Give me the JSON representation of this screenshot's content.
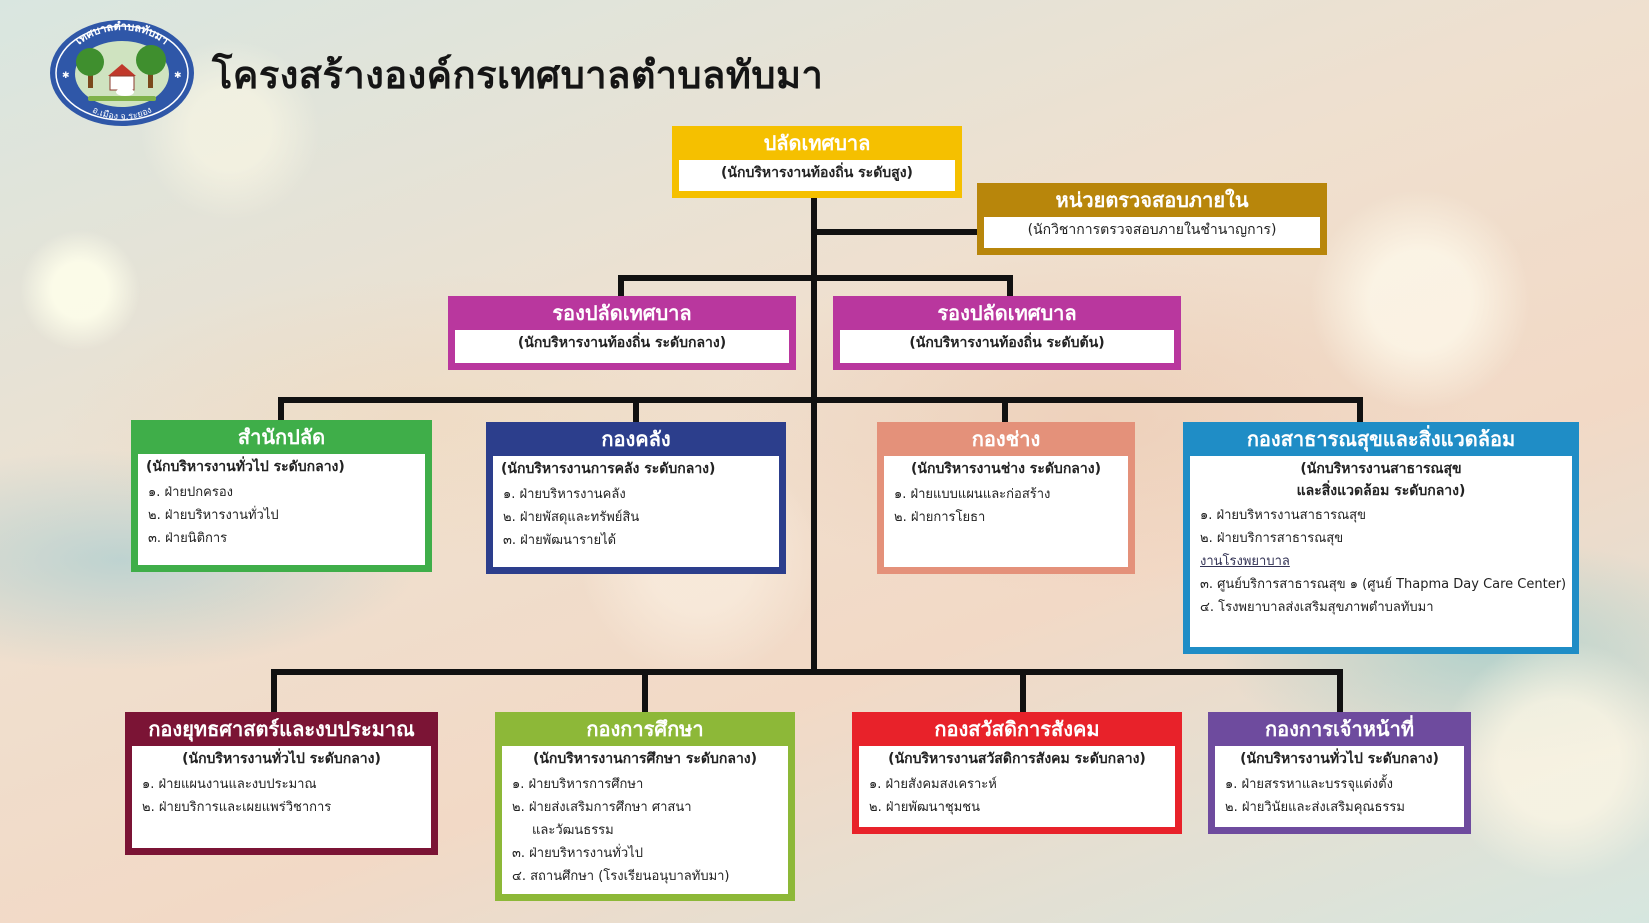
{
  "page": {
    "title": "โครงสร้างองค์กรเทศบาลตำบลทับมา",
    "logo_text_top": "เทศบาลตำบลทับมา",
    "logo_text_bottom": "อ.เมือง จ.ระยอง"
  },
  "colors": {
    "yellow": "#F5C000",
    "gold": "#B8860B",
    "magenta": "#B9379E",
    "green": "#3FAE49",
    "navy": "#2C3E8C",
    "salmon": "#E4917A",
    "blue": "#1F8DC6",
    "maroon": "#7B1435",
    "olive": "#8DB838",
    "red": "#E8222A",
    "purple": "#6E4B9E",
    "line": "#111111"
  },
  "nodes": {
    "chief": {
      "title": "ปลัดเทศบาล",
      "subtitle": "(นักบริหารงานท้องถิ่น ระดับสูง)",
      "items": []
    },
    "audit": {
      "title": "หน่วยตรวจสอบภายใน",
      "subtitle": "(นักวิชาการตรวจสอบภายในชำนาญการ)",
      "items": []
    },
    "deputy_left": {
      "title": "รองปลัดเทศบาล",
      "subtitle": "(นักบริหารงานท้องถิ่น ระดับกลาง)",
      "items": []
    },
    "deputy_right": {
      "title": "รองปลัดเทศบาล",
      "subtitle": "(นักบริหารงานท้องถิ่น ระดับต้น)",
      "items": []
    },
    "clerk_office": {
      "title": "สำนักปลัด",
      "subtitle": "(นักบริหารงานทั่วไป ระดับกลาง)",
      "items": [
        "๑. ฝ่ายปกครอง",
        "๒. ฝ่ายบริหารงานทั่วไป",
        "๓. ฝ่ายนิติการ"
      ]
    },
    "finance": {
      "title": "กองคลัง",
      "subtitle": "(นักบริหารงานการคลัง ระดับกลาง)",
      "items": [
        "๑. ฝ่ายบริหารงานคลัง",
        "๒. ฝ่ายพัสดุและทรัพย์สิน",
        "๓. ฝ่ายพัฒนารายได้"
      ]
    },
    "engineering": {
      "title": "กองช่าง",
      "subtitle": "(นักบริหารงานช่าง ระดับกลาง)",
      "items": [
        "๑. ฝ่ายแบบแผนและก่อสร้าง",
        "๒. ฝ่ายการโยธา"
      ]
    },
    "public_health": {
      "title": "กองสาธารณสุขและสิ่งแวดล้อม",
      "subtitle": "(นักบริหารงานสาธารณสุข",
      "subtitle2": "และสิ่งแวดล้อม ระดับกลาง)",
      "items": [
        "๑. ฝ่ายบริหารงานสาธารณสุข",
        "๒. ฝ่ายบริการสาธารณสุข",
        "งานโรงพยาบาล",
        "๓. ศูนย์บริการสาธารณสุข ๑ (ศูนย์ Thapma Day Care Center)",
        "๔. โรงพยาบาลส่งเสริมสุขภาพตำบลทับมา"
      ]
    },
    "strategy": {
      "title": "กองยุทธศาสตร์และงบประมาณ",
      "subtitle": "(นักบริหารงานทั่วไป ระดับกลาง)",
      "items": [
        "๑. ฝ่ายแผนงานและงบประมาณ",
        "๒. ฝ่ายบริการและเผยแพร่วิชาการ"
      ]
    },
    "education": {
      "title": "กองการศึกษา",
      "subtitle": "(นักบริหารงานการศึกษา ระดับกลาง)",
      "items": [
        "๑. ฝ่ายบริหารการศึกษา",
        "๒. ฝ่ายส่งเสริมการศึกษา ศาสนา",
        "และวัฒนธรรม",
        "๓. ฝ่ายบริหารงานทั่วไป",
        "๔. สถานศึกษา (โรงเรียนอนุบาลทับมา)"
      ]
    },
    "welfare": {
      "title": "กองสวัสดิการสังคม",
      "subtitle": "(นักบริหารงานสวัสดิการสังคม ระดับกลาง)",
      "items": [
        "๑. ฝ่ายสังคมสงเคราะห์",
        "๒. ฝ่ายพัฒนาชุมชน"
      ]
    },
    "personnel": {
      "title": "กองการเจ้าหน้าที่",
      "subtitle": "(นักบริหารงานทั่วไป ระดับกลาง)",
      "items": [
        "๑. ฝ่ายสรรหาและบรรจุแต่งตั้ง",
        "๒. ฝ่ายวินัยและส่งเสริมคุณธรรม"
      ]
    }
  }
}
